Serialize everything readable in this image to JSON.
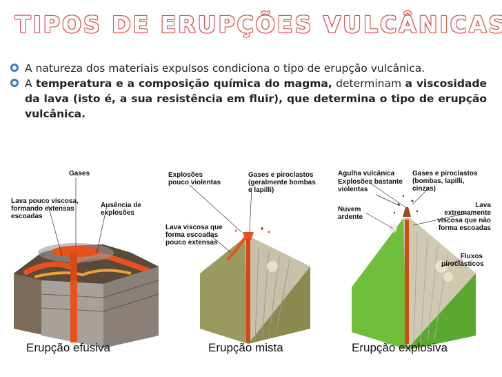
{
  "title": "TIPOS DE ERUPÇÕES VULCÂNICAS",
  "bullets": {
    "b1": "A natureza dos materiais expulsos condiciona o tipo de erupção vulcânica.",
    "b2_a": "A ",
    "b2_b": "temperatura e a composição química do magma,",
    "b2_c": " determinam ",
    "b2_d": "a viscosidade da lava (isto é, a sua resistência em fluir), que determina o tipo de erupção vulcânica."
  },
  "volcanoes": {
    "effusive": {
      "caption": "Erupção efusiva",
      "labels": {
        "gases": "Gases",
        "lava": "Lava pouco viscosa, formando extensas escoadas",
        "no_explosions": "Ausência de explosões"
      }
    },
    "mixed": {
      "caption": "Erupção mista",
      "labels": {
        "explosions": "Explosões pouco violentas",
        "gases": "Gases e piroclastos (geralmente bombas e lapilli)",
        "lava": "Lava viscosa que forma escoadas pouco extensas"
      }
    },
    "explosive": {
      "caption": "Erupção explosiva",
      "labels": {
        "needle": "Agulha vulcânica",
        "explosions": "Explosões bastante violentas",
        "gases": "Gases e piroclastos (bombas, lapilli, cinzas)",
        "cloud": "Nuvem ardente",
        "lava": "Lava extremamente viscosa que não forma escoadas",
        "flows": "Fluxos piroclásticos"
      }
    }
  },
  "colors": {
    "title_outline": "#d9534f",
    "bullet_mark": "#3a78c9",
    "lava": "#e8501c",
    "ground_brown": "#8a6a3a",
    "grass_green": "#6fbf3a"
  }
}
